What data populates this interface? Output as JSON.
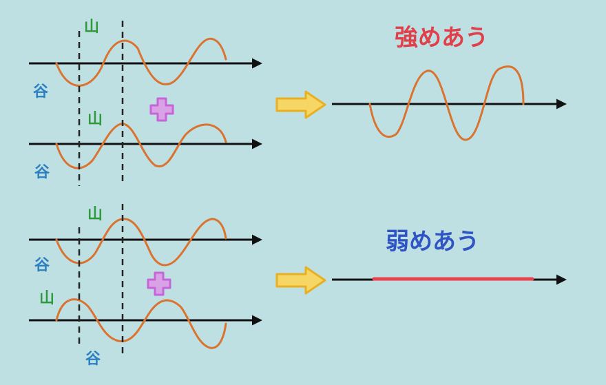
{
  "labels": {
    "peak": "山",
    "trough": "谷",
    "constructive": "強めあう",
    "destructive": "弱めあう"
  },
  "colors": {
    "background": "#bfe0e3",
    "wave": "#d9732f",
    "axis": "#111111",
    "guide": "#222222",
    "peak_label": "#2f9a3c",
    "trough_label": "#2c7fc0",
    "constructive_label": "#e0404a",
    "destructive_label": "#2f54c4",
    "plus": "#c665d8",
    "arrow": "#f2c12e",
    "flat_result": "#e8424f"
  },
  "icons": {
    "plus": "plus-icon",
    "arrow": "right-arrow-icon"
  }
}
